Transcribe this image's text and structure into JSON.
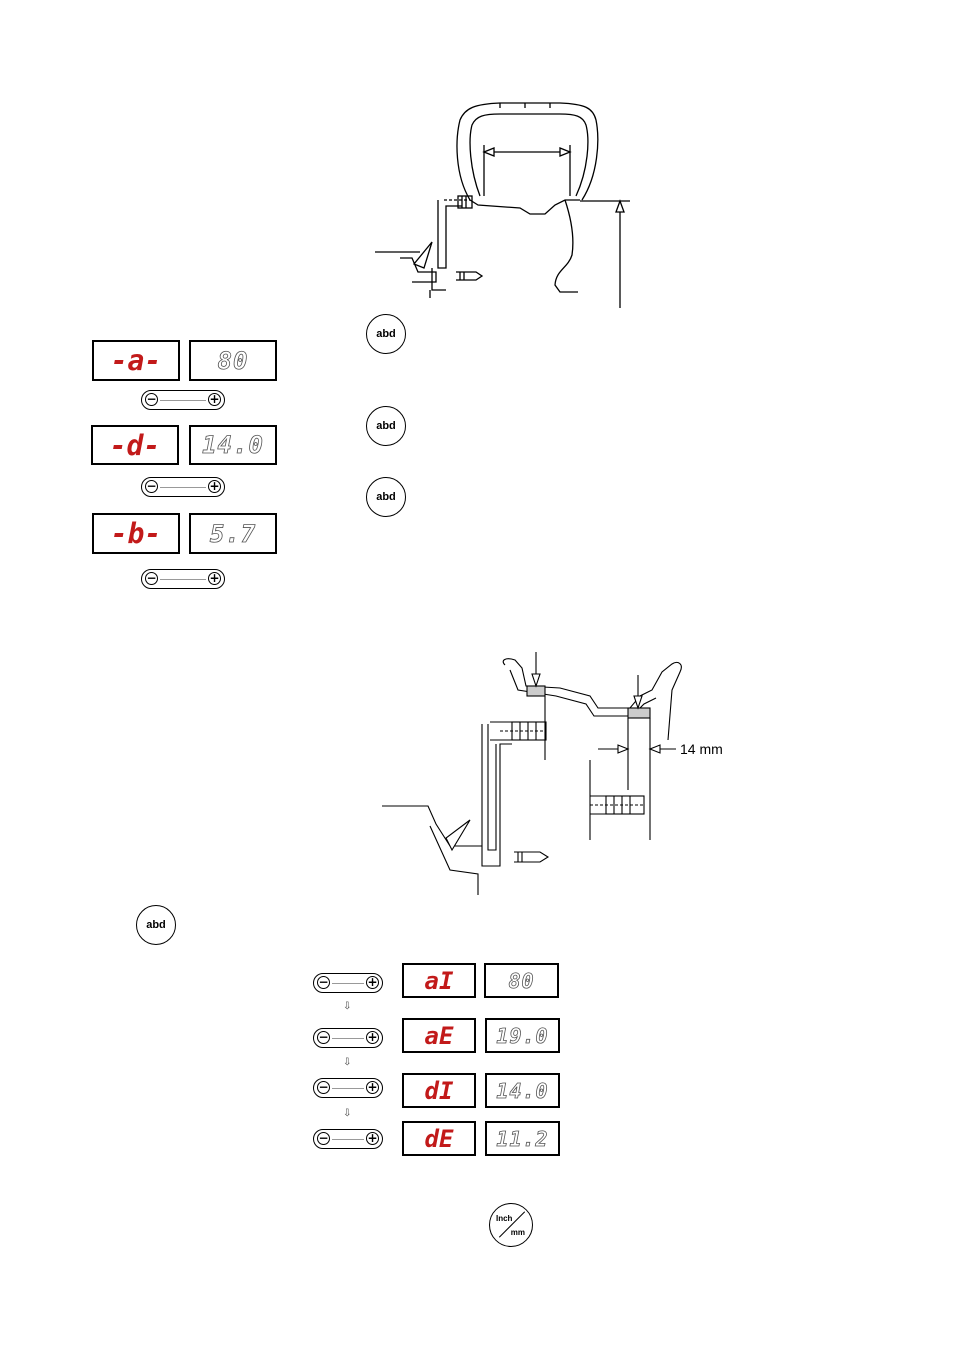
{
  "buttons": {
    "abd_label": "abd",
    "inch_label": "Inch",
    "mm_label": "mm"
  },
  "manual_entry": [
    {
      "code": "-a-",
      "value": "80"
    },
    {
      "code": "-d-",
      "value": "14.0"
    },
    {
      "code": "-b-",
      "value": "5.7"
    }
  ],
  "diagram2": {
    "dimension_label": "14 mm"
  },
  "alu_sequence": [
    {
      "code": "aI",
      "value": "80"
    },
    {
      "code": "aE",
      "value": "19.0"
    },
    {
      "code": "dI",
      "value": "14.0"
    },
    {
      "code": "dE",
      "value": "11.2"
    }
  ],
  "icons": {
    "step_arrow": "down-arrow-icon",
    "round_button": "abd-button-icon",
    "unit_toggle": "inch-mm-toggle-icon"
  }
}
